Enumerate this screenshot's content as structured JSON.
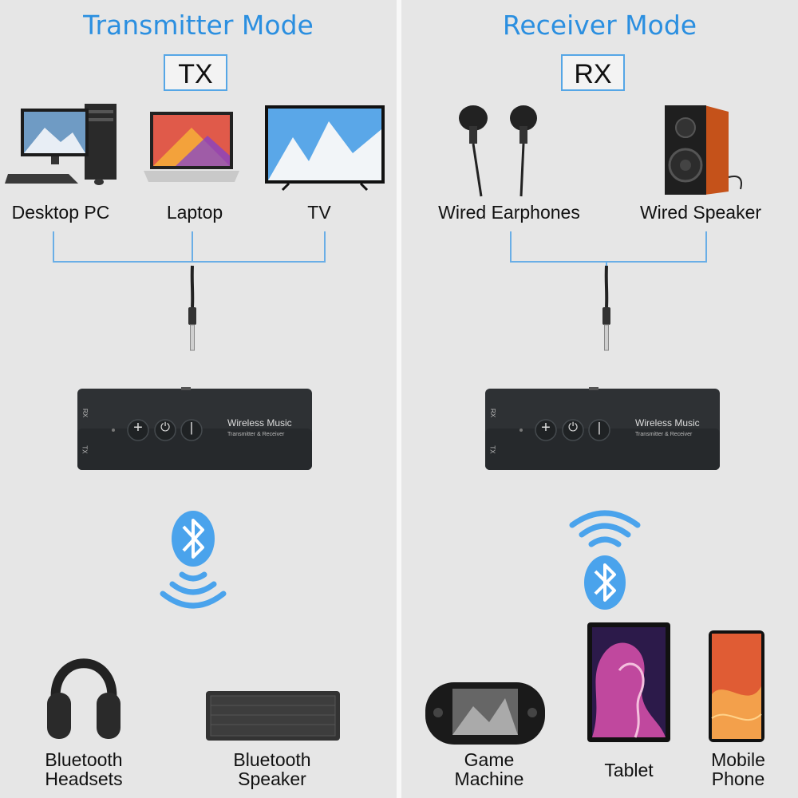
{
  "transmitter": {
    "title": "Transmitter Mode",
    "badge": "TX",
    "sources": [
      {
        "label": "Desktop PC",
        "icon": "desktop-pc-icon"
      },
      {
        "label": "Laptop",
        "icon": "laptop-icon"
      },
      {
        "label": "TV",
        "icon": "tv-icon"
      }
    ],
    "targets": [
      {
        "label": "Bluetooth\nHeadsets",
        "icon": "headphones-icon"
      },
      {
        "label": "Bluetooth\nSpeaker",
        "icon": "bluetooth-speaker-icon"
      }
    ]
  },
  "receiver": {
    "title": "Receiver Mode",
    "badge": "RX",
    "outputs": [
      {
        "label": "Wired Earphones",
        "icon": "earphones-icon"
      },
      {
        "label": "Wired Speaker",
        "icon": "speaker-icon"
      }
    ],
    "sources": [
      {
        "label": "Game\nMachine",
        "icon": "game-console-icon"
      },
      {
        "label": "Tablet",
        "icon": "tablet-icon"
      },
      {
        "label": "Mobile\nPhone",
        "icon": "phone-icon"
      }
    ]
  },
  "device": {
    "name": "Wireless Music",
    "subtitle": "Transmitter & Receiver",
    "rx_label": "RX",
    "tx_label": "TX",
    "buttons": [
      "+",
      "⏻",
      "|"
    ]
  },
  "colors": {
    "accent": "#2b8fe0",
    "bracket": "#6aaee6",
    "bluetooth": "#4aa3ec"
  }
}
